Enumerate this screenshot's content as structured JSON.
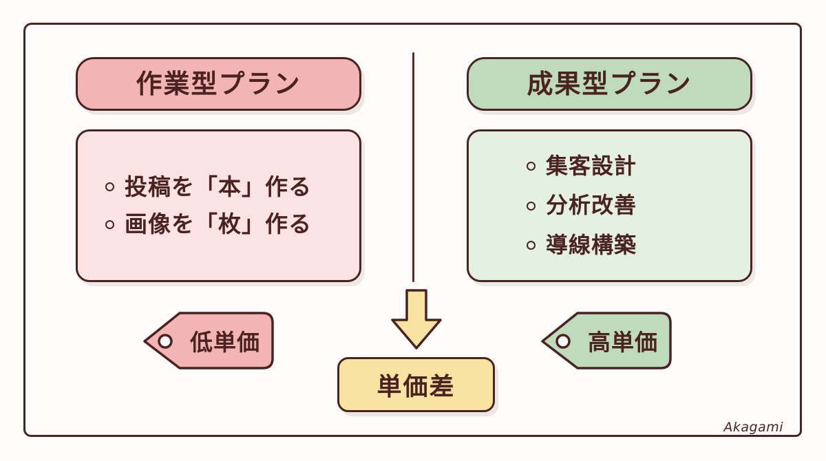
{
  "diagram": {
    "signature": "Akagami",
    "colors": {
      "ink": "#4A2320",
      "pink_header": "#F2B4B4",
      "pink_body": "#FBE3E3",
      "green_header": "#BEDCBC",
      "green_body": "#E4F0E2",
      "yellow": "#F8E3A2",
      "background": "#FDFCFA"
    },
    "left_column": {
      "header": "作業型プラン",
      "items": [
        "投稿を「本」作る",
        "画像を「枚」作る"
      ],
      "tag": "低単価"
    },
    "right_column": {
      "header": "成果型プラン",
      "items": [
        "集客設計",
        "分析改善",
        "導線構築"
      ],
      "tag": "高単価"
    },
    "center": {
      "arrow": "down-arrow",
      "box_label": "単価差"
    }
  }
}
